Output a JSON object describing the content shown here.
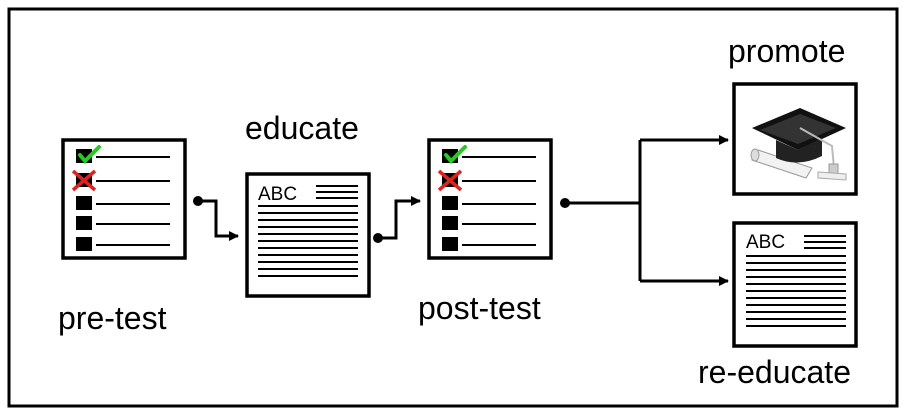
{
  "stages": {
    "pretest": {
      "label": "pre-test"
    },
    "educate": {
      "label": "educate",
      "doc_text": "ABC"
    },
    "posttest": {
      "label": "post-test"
    },
    "promote": {
      "label": "promote"
    },
    "reeducate": {
      "label": "re-educate",
      "doc_text": "ABC"
    }
  },
  "colors": {
    "stroke": "#000000",
    "check": "#22cc22",
    "cross": "#dd2222",
    "background": "#ffffff"
  },
  "icons": [
    "checklist-icon",
    "document-icon",
    "graduation-cap-icon",
    "arrow-icon"
  ]
}
